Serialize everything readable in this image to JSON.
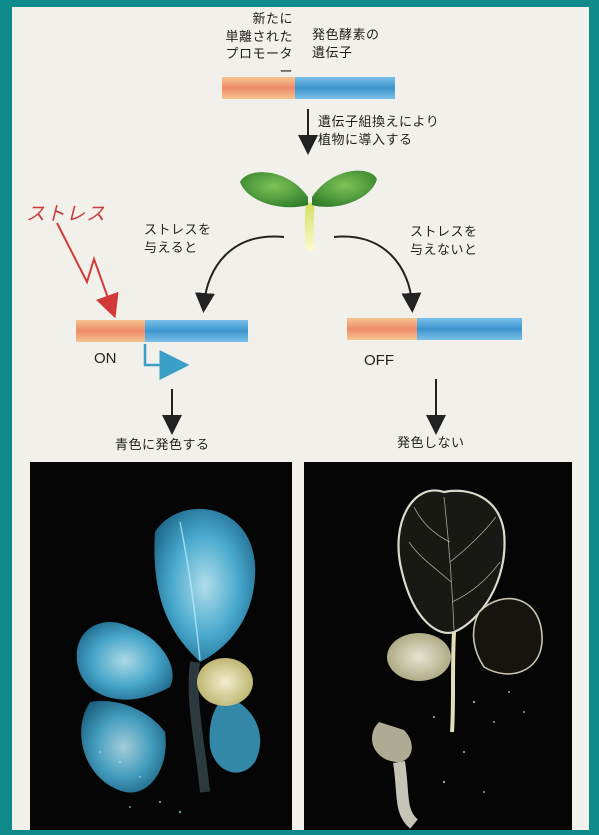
{
  "labels": {
    "promoter": "新たに\n単離された\nプロモーター",
    "gene": "発色酵素の\n遺伝子",
    "transform": "遺伝子組換えにより\n植物に導入する",
    "stress_word": "ストレス",
    "with_stress": "ストレスを\n与えると",
    "without_stress": "ストレスを\n与えないと",
    "on": "ON",
    "off": "OFF",
    "blue_result": "青色に発色する",
    "no_color_result": "発色しない"
  },
  "colors": {
    "page_border": "#0f8a8a",
    "promoter_segment": "#f0a878",
    "gene_segment": "#4fa3d9",
    "stress_arrow": "#d23a3a",
    "transcription_arrow": "#3aa0c8",
    "seedling_leaf": "#3f9b35",
    "photo_background": "#050505",
    "stained_plant": "#5bc7e8",
    "unstained_plant": "#e8e6d6"
  },
  "icons": {
    "seedling": "seedling-icon",
    "stress": "lightning-arrow-icon",
    "transcription": "bent-arrow-icon"
  }
}
